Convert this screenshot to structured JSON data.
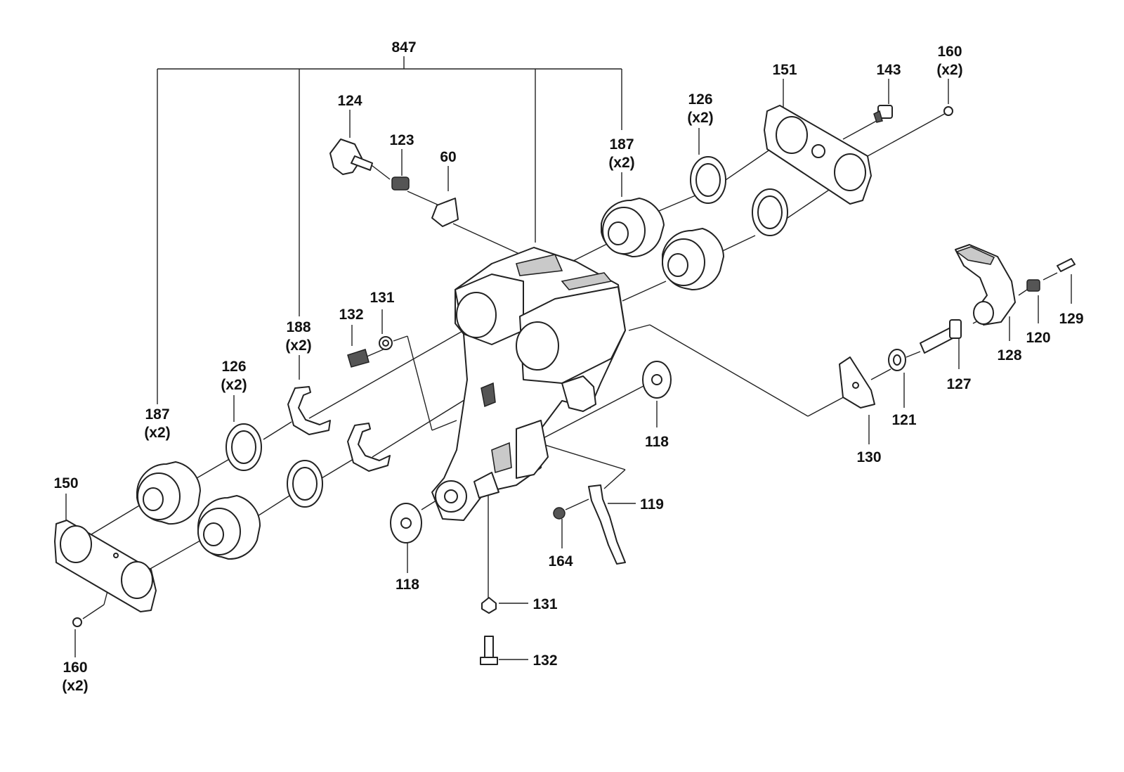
{
  "labels": {
    "l847": "847",
    "l124": "124",
    "l123": "123",
    "l60": "60",
    "l187a": "187",
    "l187a_q": "(x2)",
    "l126a": "126",
    "l126a_q": "(x2)",
    "l151": "151",
    "l143": "143",
    "l160a": "160",
    "l160a_q": "(x2)",
    "l131a": "131",
    "l132a": "132",
    "l188": "188",
    "l188_q": "(x2)",
    "l126b": "126",
    "l126b_q": "(x2)",
    "l187b": "187",
    "l187b_q": "(x2)",
    "l150": "150",
    "l160b": "160",
    "l160b_q": "(x2)",
    "l118a": "118",
    "l118b": "118",
    "l119": "119",
    "l164": "164",
    "l131b": "131",
    "l132b": "132",
    "l130": "130",
    "l121": "121",
    "l127": "127",
    "l128": "128",
    "l120": "120",
    "l129": "129"
  }
}
